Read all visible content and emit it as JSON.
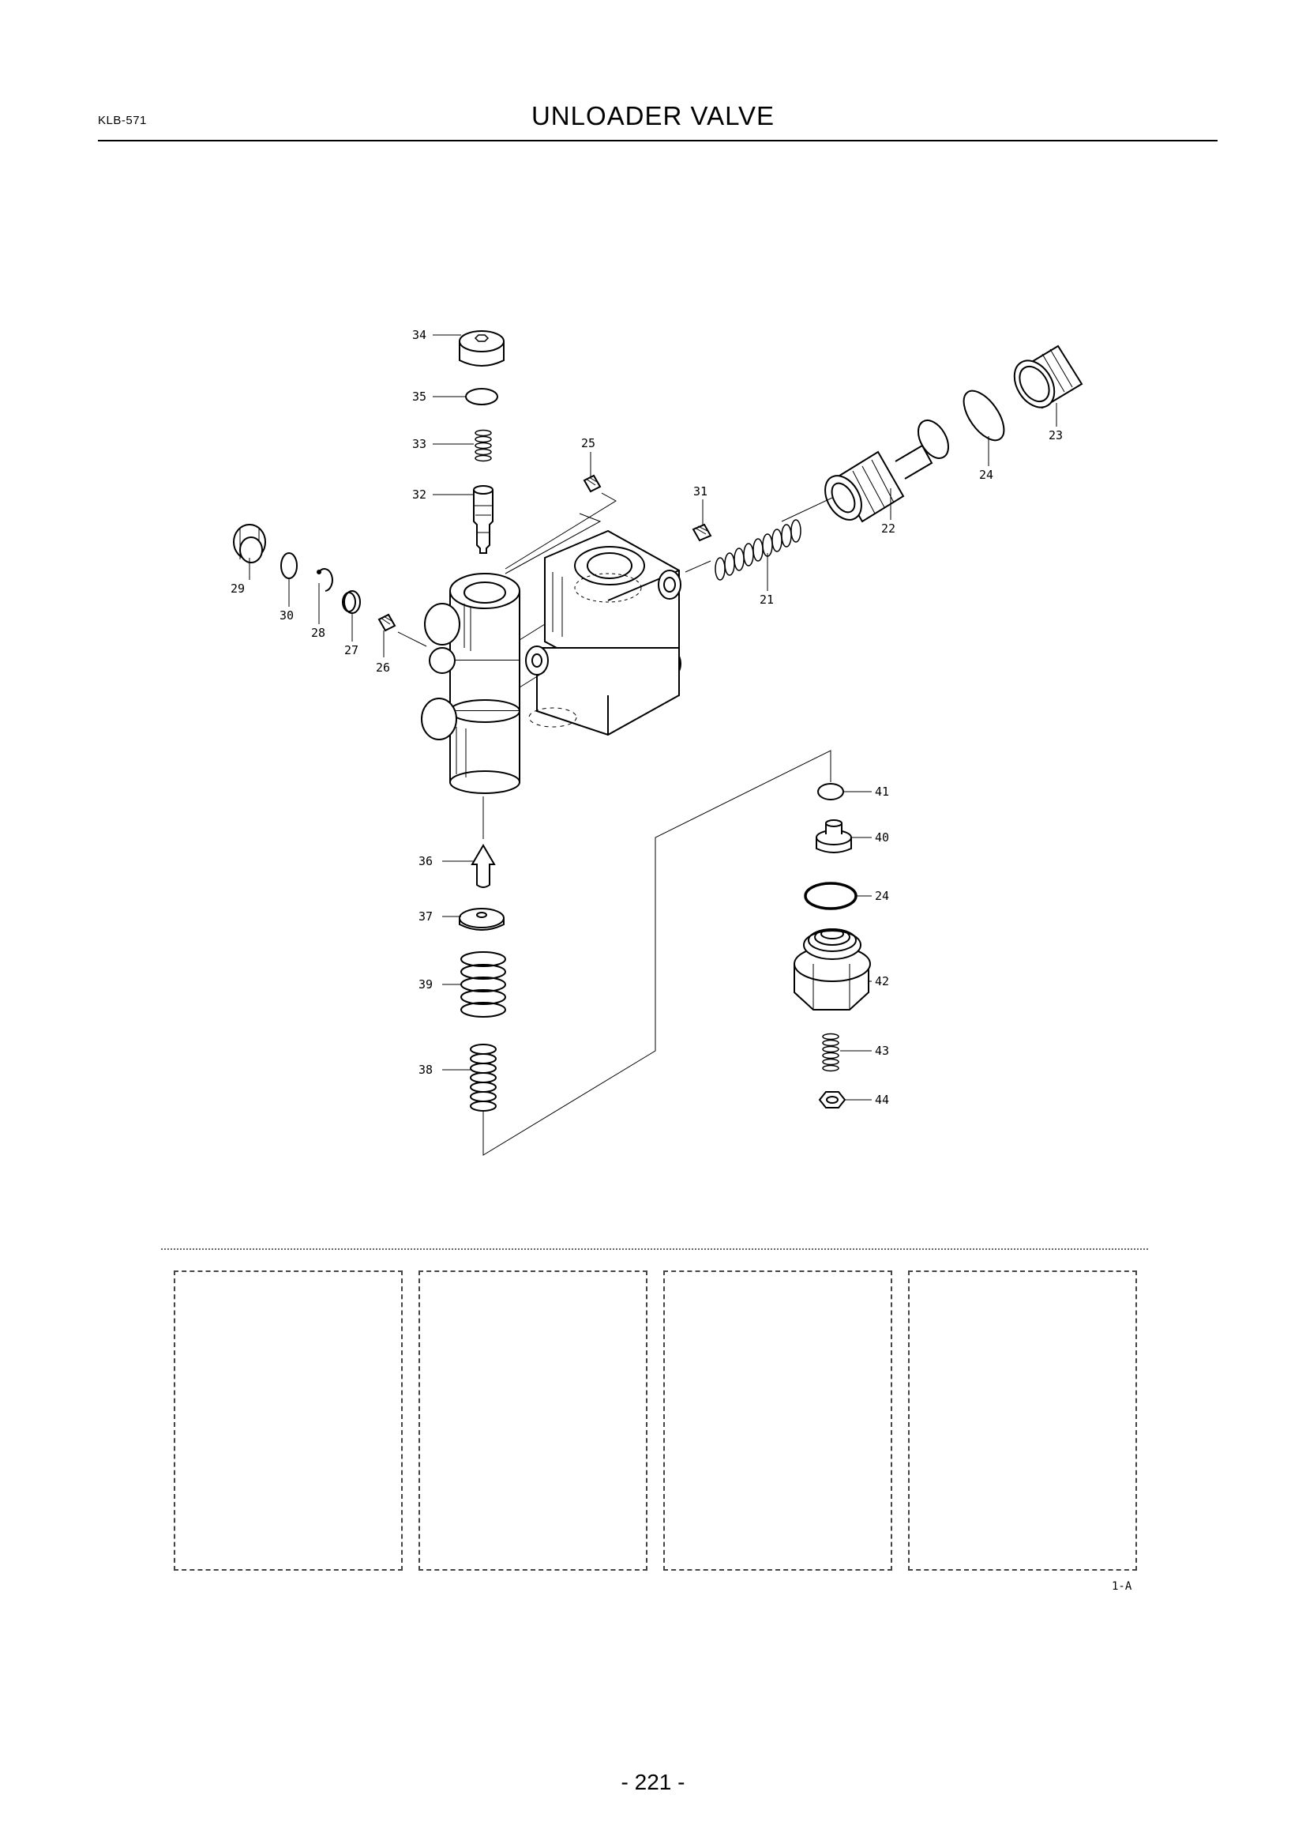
{
  "header": {
    "code": "KLB-571",
    "title": "UNLOADER VALVE"
  },
  "callouts": [
    {
      "id": "c34",
      "label": "34"
    },
    {
      "id": "c35",
      "label": "35"
    },
    {
      "id": "c33",
      "label": "33"
    },
    {
      "id": "c25",
      "label": "25"
    },
    {
      "id": "c31",
      "label": "31"
    },
    {
      "id": "c32",
      "label": "32"
    },
    {
      "id": "c29",
      "label": "29"
    },
    {
      "id": "c30",
      "label": "30"
    },
    {
      "id": "c28",
      "label": "28"
    },
    {
      "id": "c27",
      "label": "27"
    },
    {
      "id": "c26",
      "label": "26"
    },
    {
      "id": "c21",
      "label": "21"
    },
    {
      "id": "c22",
      "label": "22"
    },
    {
      "id": "c23",
      "label": "23"
    },
    {
      "id": "c24a",
      "label": "24"
    },
    {
      "id": "c41",
      "label": "41"
    },
    {
      "id": "c40",
      "label": "40"
    },
    {
      "id": "c24b",
      "label": "24"
    },
    {
      "id": "c42",
      "label": "42"
    },
    {
      "id": "c43",
      "label": "43"
    },
    {
      "id": "c44",
      "label": "44"
    },
    {
      "id": "c36",
      "label": "36"
    },
    {
      "id": "c37",
      "label": "37"
    },
    {
      "id": "c39",
      "label": "39"
    },
    {
      "id": "c38",
      "label": "38"
    }
  ],
  "reference": {
    "label": "1-A"
  },
  "footer": {
    "page_number": "- 221 -"
  }
}
